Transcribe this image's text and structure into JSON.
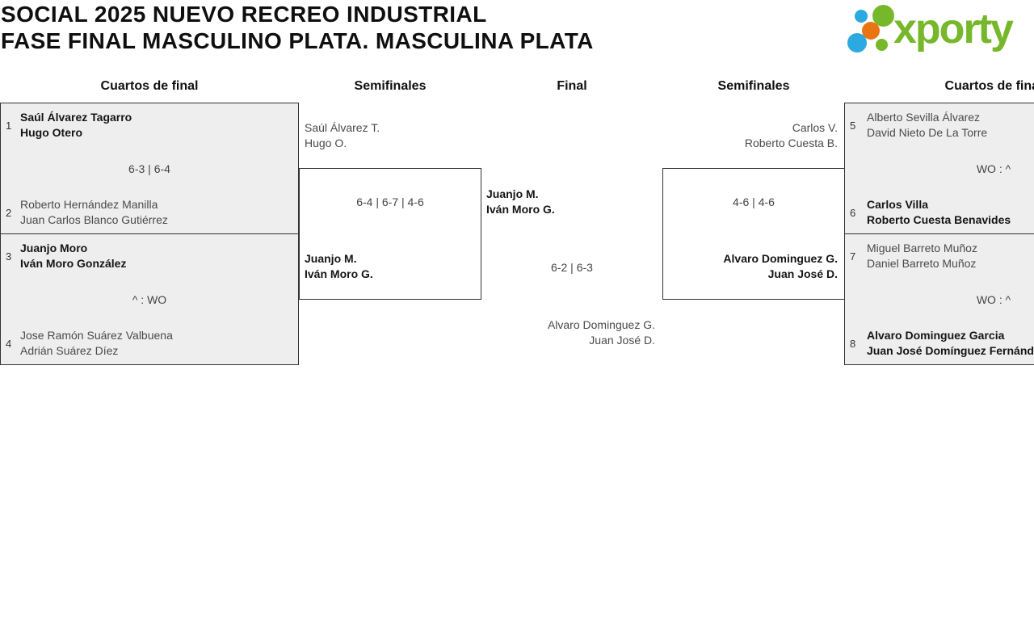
{
  "page": {
    "title_line1": "SOCIAL 2025 NUEVO RECREO INDUSTRIAL",
    "title_line2": "FASE FINAL MASCULINO PLATA. MASCULINA PLATA"
  },
  "logo": {
    "text": "xporty",
    "colors": {
      "green": "#76b82a",
      "blue": "#2ba9e0",
      "orange": "#e87511"
    }
  },
  "round_headers": {
    "left_quarters": "Cuartos de final",
    "left_semis": "Semifinales",
    "final": "Final",
    "right_semis": "Semifinales",
    "right_quarters": "Cuartos de final"
  },
  "bracket": {
    "qf_left_top": {
      "top_seed": "1",
      "top_team": {
        "p1": "Saúl Álvarez Tagarro",
        "p2": "Hugo Otero"
      },
      "score": "6-3 | 6-4",
      "bottom_seed": "2",
      "bottom_team": {
        "p1": "Roberto Hernández Manilla",
        "p2": "Juan Carlos Blanco Gutiérrez"
      }
    },
    "qf_left_bottom": {
      "top_seed": "3",
      "top_team": {
        "p1": "Juanjo Moro",
        "p2": "Iván Moro González"
      },
      "score": "^ : WO",
      "bottom_seed": "4",
      "bottom_team": {
        "p1": "Jose Ramón Suárez Valbuena",
        "p2": "Adrián Suárez Díez"
      }
    },
    "sf_left": {
      "top_team": {
        "p1": "Saúl Álvarez T.",
        "p2": "Hugo O."
      },
      "score": "6-4 | 6-7 | 4-6",
      "bottom_team": {
        "p1": "Juanjo M.",
        "p2": "Iván Moro G."
      }
    },
    "final": {
      "top_team": {
        "p1": "Juanjo M.",
        "p2": "Iván Moro G."
      },
      "score": "6-2 | 6-3",
      "bottom_team": {
        "p1": "Alvaro Dominguez G.",
        "p2": "Juan José D."
      }
    },
    "sf_right": {
      "top_team": {
        "p1": "Carlos V.",
        "p2": "Roberto Cuesta B."
      },
      "score": "4-6 | 4-6",
      "bottom_team": {
        "p1": "Alvaro Dominguez G.",
        "p2": "Juan José D."
      }
    },
    "qf_right_top": {
      "top_seed": "5",
      "top_team": {
        "p1": "Alberto Sevilla Álvarez",
        "p2": "David Nieto De La Torre"
      },
      "score": "WO : ^",
      "bottom_seed": "6",
      "bottom_team": {
        "p1": "Carlos Villa",
        "p2": "Roberto Cuesta Benavides"
      }
    },
    "qf_right_bottom": {
      "top_seed": "7",
      "top_team": {
        "p1": "Miguel Barreto Muñoz",
        "p2": "Daniel Barreto Muñoz"
      },
      "score": "WO : ^",
      "bottom_seed": "8",
      "bottom_team": {
        "p1": "Alvaro Dominguez Garcia",
        "p2": "Juan José Domínguez Fernández"
      }
    }
  }
}
